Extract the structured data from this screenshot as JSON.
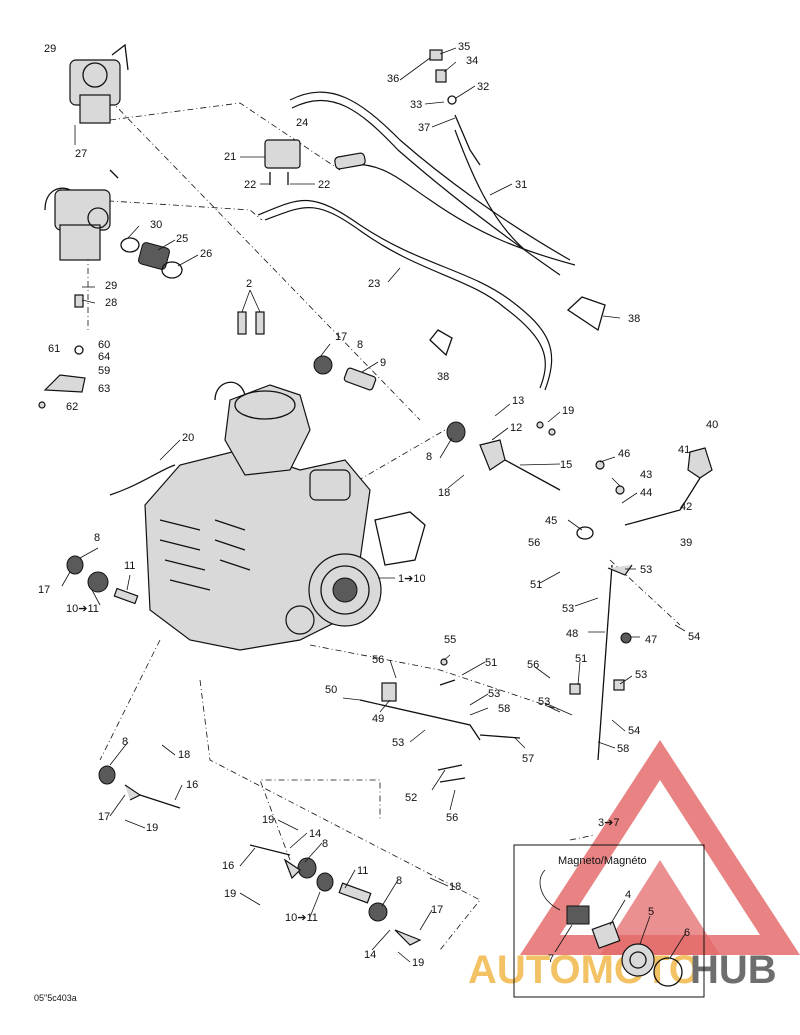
{
  "diagram": {
    "callouts": {
      "c29a": "29",
      "c27": "27",
      "c30": "30",
      "c25": "25",
      "c26": "26",
      "c29b": "29",
      "c28": "28",
      "c60": "60",
      "c61": "61",
      "c64": "64",
      "c59": "59",
      "c63": "63",
      "c62": "62",
      "c24": "24",
      "c21": "21",
      "c22a": "22",
      "c22b": "22",
      "c35": "35",
      "c34": "34",
      "c36": "36",
      "c32": "32",
      "c33": "33",
      "c37": "37",
      "c31": "31",
      "c23": "23",
      "c38a": "38",
      "c38b": "38",
      "c2": "2",
      "c17a": "17",
      "c8a": "8",
      "c9": "9",
      "c13": "13",
      "c19a": "19",
      "c12": "12",
      "c8b": "8",
      "c15": "15",
      "c18a": "18",
      "c20": "20",
      "c40": "40",
      "c46": "46",
      "c41": "41",
      "c43": "43",
      "c44": "44",
      "c42": "42",
      "c39": "39",
      "c45": "45",
      "c56a": "56",
      "c53a": "53",
      "c51a": "51",
      "c53b": "53",
      "c48": "48",
      "c47": "47",
      "c54a": "54",
      "c8c": "8",
      "c17b": "17",
      "c11a": "11",
      "c10to11a": "10➔11",
      "c1to10": "1➔10",
      "c55": "55",
      "c51b": "51",
      "c56b": "56",
      "c50": "50",
      "c53c": "53",
      "c49": "49",
      "c58a": "58",
      "c53d": "53",
      "c57": "57",
      "c52": "52",
      "c56c": "56",
      "c56d": "56",
      "c51c": "51",
      "c53e": "53",
      "c53f": "53",
      "c54b": "54",
      "c58b": "58",
      "c8d": "8",
      "c18b": "18",
      "c16a": "16",
      "c17c": "17",
      "c19b": "19",
      "c19c": "19",
      "c14a": "14",
      "c8e": "8",
      "c16b": "16",
      "c11b": "11",
      "c8f": "8",
      "c18c": "18",
      "c19d": "19",
      "c10to11b": "10➔11",
      "c17d": "17",
      "c14b": "14",
      "c19e": "19",
      "c3to7": "3➔7",
      "magneto": "Magneto/Magnéto",
      "c4": "4",
      "c5": "5",
      "c6": "6",
      "c7": "7",
      "drawing_code": "05\"5c403a"
    },
    "watermark": {
      "text_left": "AUTOMOTO",
      "text_right": "HUB",
      "color_red": "#e05252",
      "color_yellow": "#f2b84a"
    }
  }
}
